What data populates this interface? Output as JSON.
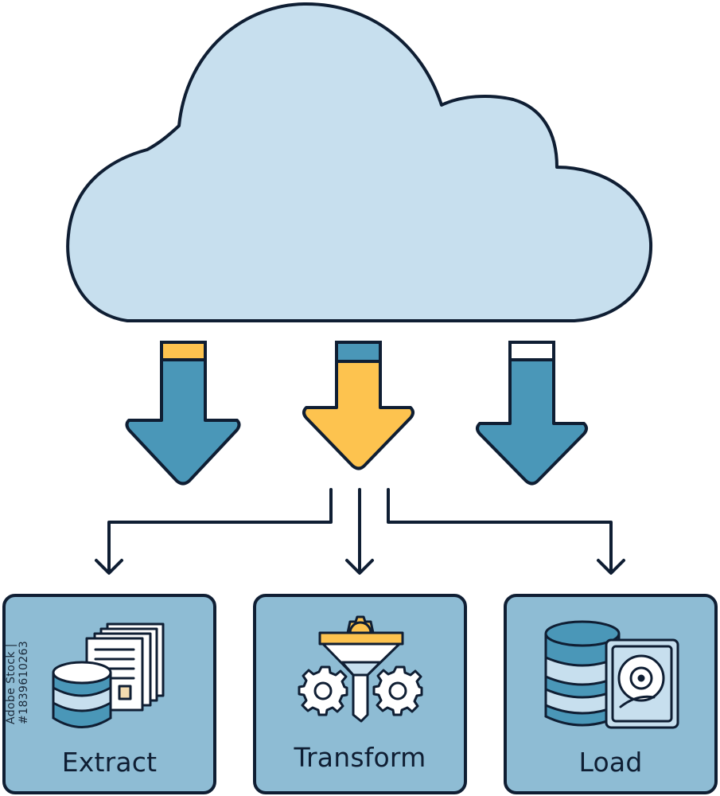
{
  "boxes": [
    {
      "id": "extract",
      "label": "Extract"
    },
    {
      "id": "transform",
      "label": "Transform"
    },
    {
      "id": "load",
      "label": "Load"
    }
  ],
  "watermark": {
    "text": "Adobe Stock | #1839610263"
  },
  "colors": {
    "cloud_fill": "#c7dfee",
    "box_fill": "#8ebcd4",
    "arrow_blue": "#4a97b8",
    "arrow_yellow": "#fdc34f",
    "outline": "#0f1e33"
  }
}
